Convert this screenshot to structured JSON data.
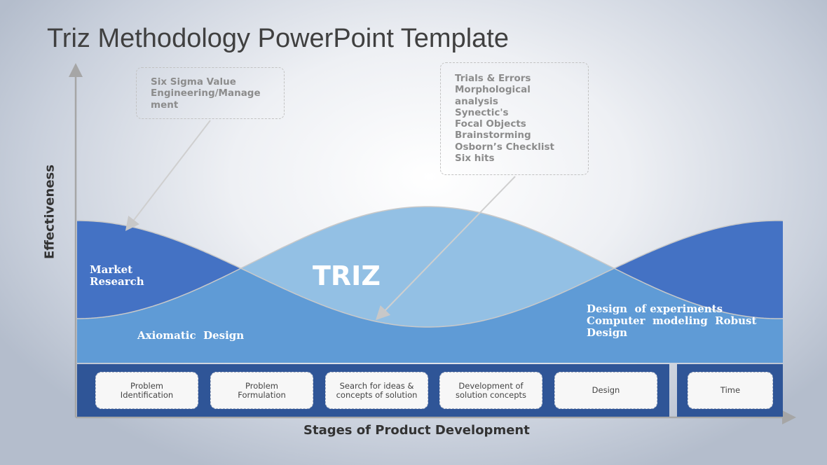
{
  "title": "Triz Methodology PowerPoint Template",
  "callouts": {
    "left": [
      "Six Sigma Value",
      "Engineering/Manage",
      "ment"
    ],
    "right": [
      "Trials & Errors",
      "Morphological",
      "analysis",
      "Synectic's",
      "Focal Objects",
      "Brainstorming",
      "Osborn’s Checklist",
      "Six hits"
    ]
  },
  "regions": {
    "market_research": [
      "Market",
      "Research"
    ],
    "axiomatic_design": "Axiomatic  Design",
    "triz": "TRIZ",
    "right": [
      "Design  of experiments",
      "Computer  modeling  Robust",
      "Design"
    ]
  },
  "stages": [
    [
      "Problem",
      "Identification"
    ],
    [
      "Problem",
      "Formulation"
    ],
    [
      "Search for ideas &",
      "concepts of solution"
    ],
    [
      "Development of",
      "solution concepts"
    ],
    [
      "Design"
    ]
  ],
  "time_label": "Time",
  "axes": {
    "y_label": "Effectiveness",
    "x_label": "Stages of Product Development"
  },
  "colors": {
    "light": "#93c0e4",
    "medium": "#5f9bd6",
    "dark": "#4472c4",
    "bar": "#2f5597"
  }
}
